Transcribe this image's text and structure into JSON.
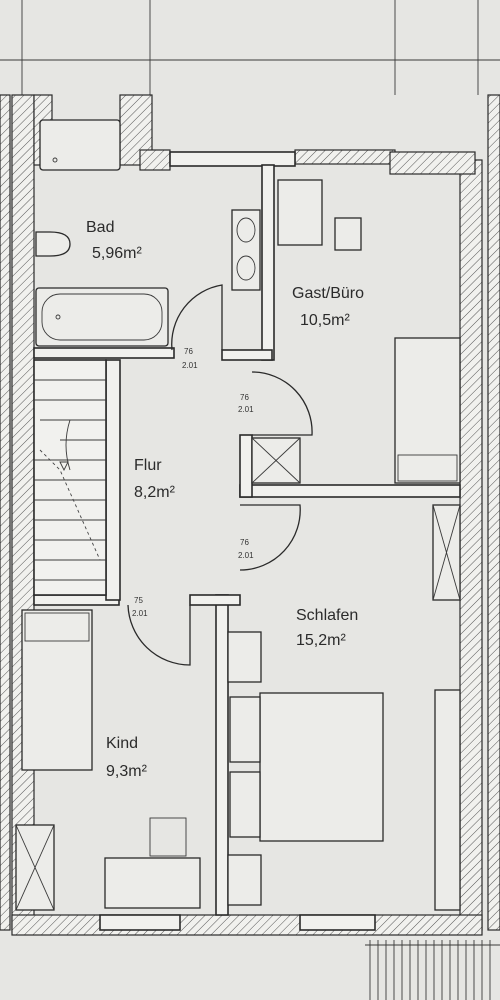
{
  "rooms": {
    "bad": {
      "name": "Bad",
      "area": "5,96m²"
    },
    "gast": {
      "name": "Gast/Büro",
      "area": "10,5m²"
    },
    "flur": {
      "name": "Flur",
      "area": "8,2m²"
    },
    "schlafen": {
      "name": "Schlafen",
      "area": "15,2m²"
    },
    "kind": {
      "name": "Kind",
      "area": "9,3m²"
    }
  },
  "doors": {
    "bad": {
      "w": "76",
      "h": "2.01"
    },
    "gast": {
      "w": "76",
      "h": "2.01"
    },
    "schlafen": {
      "w": "76",
      "h": "2.01"
    },
    "kind": {
      "w": "75",
      "h": "2.01"
    }
  },
  "colors": {
    "paper": "#e6e6e3",
    "ink": "#2a2a2a",
    "wall_fill": "#f1f1ee"
  }
}
